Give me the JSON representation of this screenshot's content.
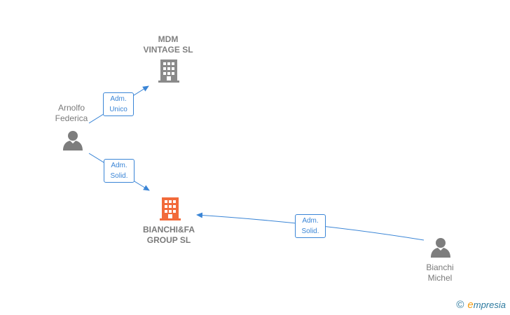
{
  "nodes": {
    "mdm": {
      "line1": "MDM",
      "line2": "VINTAGE  SL"
    },
    "bianchifa": {
      "line1": "BIANCHI&FA",
      "line2": "GROUP  SL"
    },
    "arnolfo": {
      "line1": "Arnolfo",
      "line2": "Federica"
    },
    "michel": {
      "line1": "Bianchi",
      "line2": "Michel"
    }
  },
  "edges": {
    "arnolfo_mdm": {
      "line1": "Adm.",
      "line2": "Unico"
    },
    "arnolfo_bianchifa": {
      "line1": "Adm.",
      "line2": "Solid."
    },
    "michel_bianchifa": {
      "line1": "Adm.",
      "line2": "Solid."
    }
  },
  "watermark": {
    "symbol": "©",
    "brand_initial": "e",
    "brand_rest": "mpresia"
  },
  "colors": {
    "edge": "#3a85d6",
    "company_icon": "#8a8a8a",
    "company_icon_highlight": "#f26a3a",
    "person_icon": "#7d7d7d"
  },
  "icons": {
    "mdm": "building-icon",
    "bianchifa": "building-icon",
    "arnolfo": "person-icon",
    "michel": "person-icon"
  }
}
